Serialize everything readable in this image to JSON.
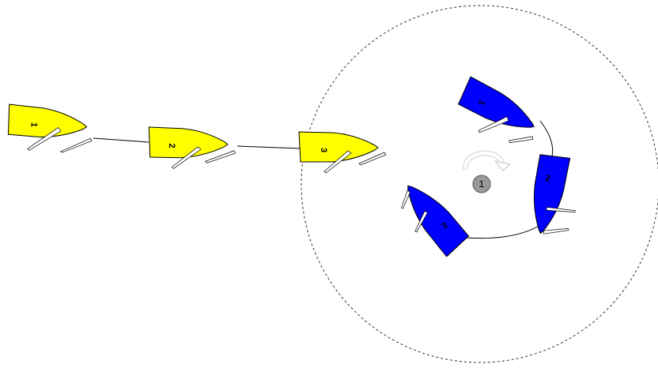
{
  "colors": {
    "yellow_team": "#ffff00",
    "blue_team": "#0000ff",
    "hull_outline": "#000000",
    "sail": "#ffffff",
    "circle_line": "#333333",
    "mark_fill": "#999999",
    "arrow": "#dddddd"
  },
  "yellow_boats": [
    {
      "label": "1"
    },
    {
      "label": "2"
    },
    {
      "label": "3"
    }
  ],
  "blue_boats": [
    {
      "label": "1"
    },
    {
      "label": "2"
    },
    {
      "label": "3"
    }
  ],
  "mark": {
    "label": "1"
  },
  "icons": {
    "rotation": "clockwise-arrow-icon",
    "zone": "dashed-circle"
  }
}
